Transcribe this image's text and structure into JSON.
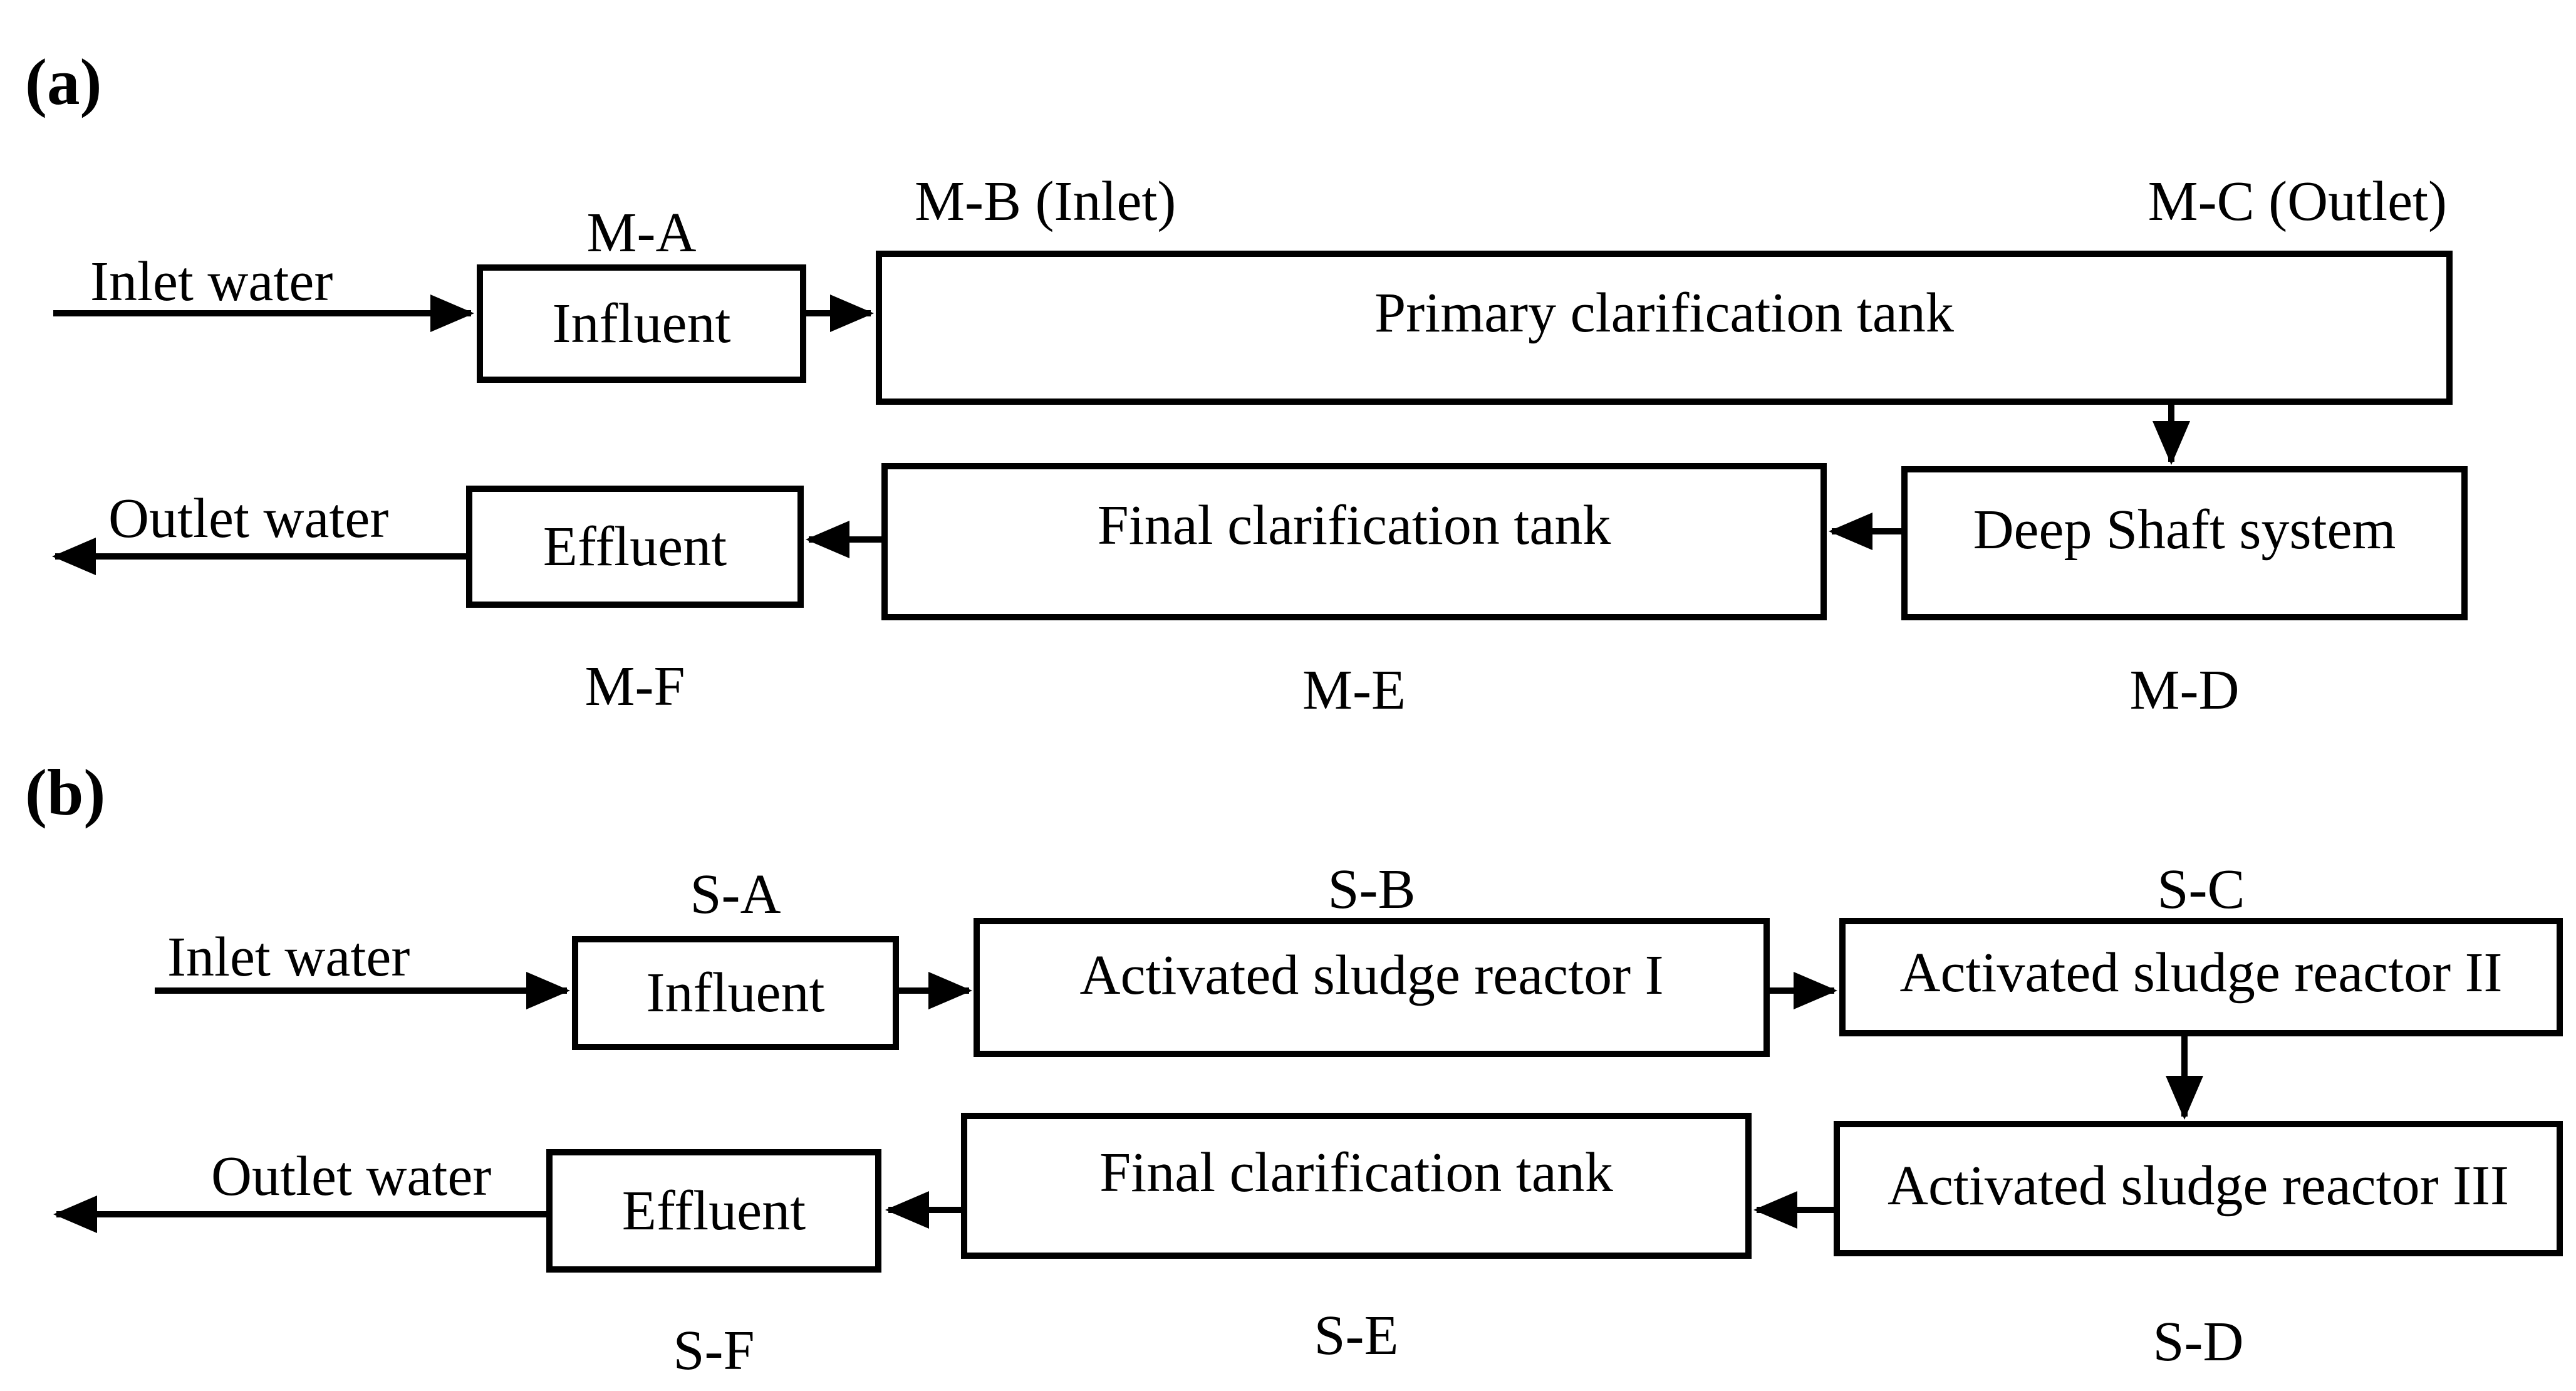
{
  "colors": {
    "ink": "#000000",
    "paper": "#ffffff"
  },
  "section_a": {
    "panel_label": "(a)",
    "inlet_water": "Inlet water",
    "outlet_water": "Outlet water",
    "influent": {
      "tag": "M-A",
      "label": "Influent"
    },
    "primary_tank": {
      "tag_inlet": "M-B (Inlet)",
      "tag_outlet": "M-C (Outlet)",
      "label": "Primary clarification tank"
    },
    "deep_shaft": {
      "tag": "M-D",
      "label": "Deep Shaft system"
    },
    "final_tank": {
      "tag": "M-E",
      "label": "Final clarification tank"
    },
    "effluent": {
      "tag": "M-F",
      "label": "Effluent"
    }
  },
  "section_b": {
    "panel_label": "(b)",
    "inlet_water": "Inlet water",
    "outlet_water": "Outlet water",
    "influent": {
      "tag": "S-A",
      "label": "Influent"
    },
    "reactor1": {
      "tag": "S-B",
      "label": "Activated sludge reactor I"
    },
    "reactor2": {
      "tag": "S-C",
      "label": "Activated sludge reactor II"
    },
    "reactor3": {
      "tag": "S-D",
      "label": "Activated sludge reactor III"
    },
    "final_tank": {
      "tag": "S-E",
      "label": "Final clarification tank"
    },
    "effluent": {
      "tag": "S-F",
      "label": "Effluent"
    }
  }
}
